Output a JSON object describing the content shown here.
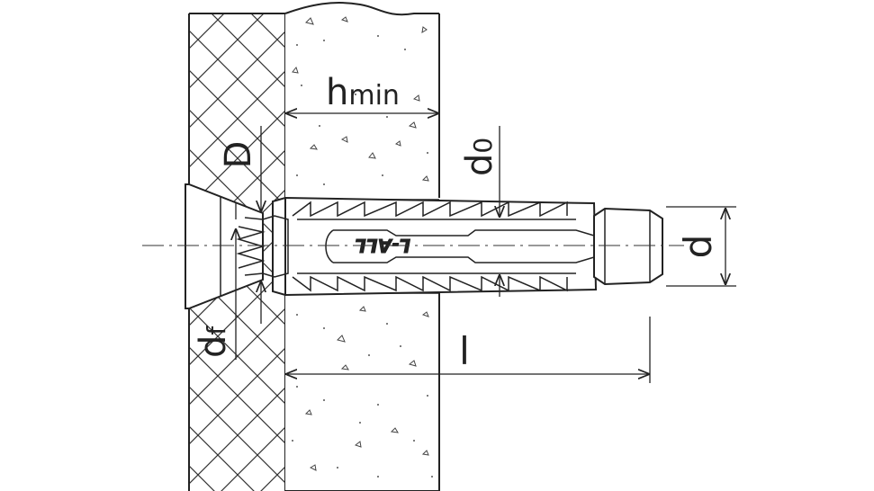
{
  "diagram": {
    "labels": {
      "hmin_main": "h",
      "hmin_sub": "min",
      "D": "D",
      "d0_main": "d",
      "d0_sub": "0",
      "df_main": "d",
      "df_sub": "f",
      "l": "l",
      "d": "d",
      "brand_mark": "L-ALL"
    }
  }
}
